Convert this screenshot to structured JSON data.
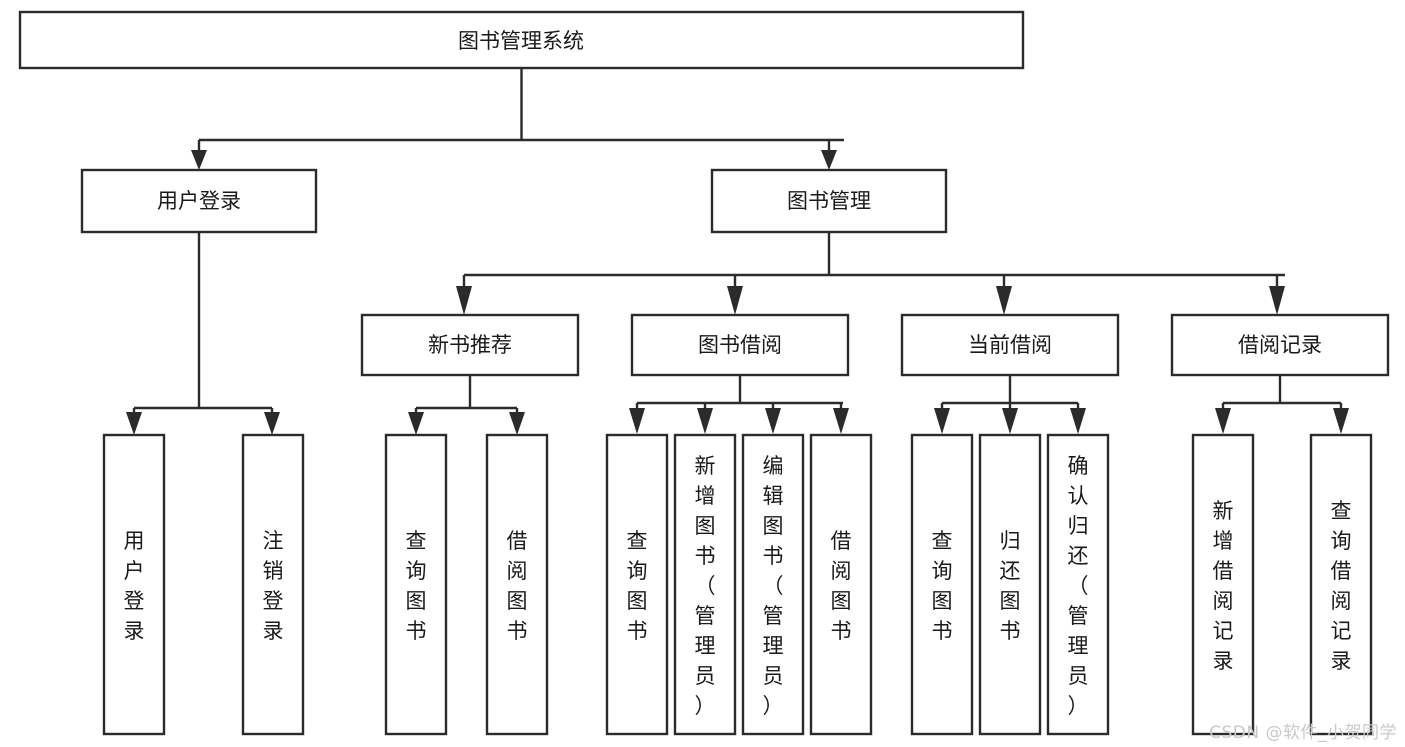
{
  "diagram": {
    "title": "图书管理系统",
    "type": "tree-hierarchy",
    "watermark": "CSDN @软件_小贺同学",
    "colors": {
      "box_stroke": "#2b2b2b",
      "box_fill": "#ffffff",
      "text": "#1a1a1a",
      "connector": "#2b2b2b",
      "background": "#ffffff",
      "watermark": "#c9c9c9"
    },
    "root": {
      "label": "图书管理系统"
    },
    "level2": [
      {
        "label": "用户登录"
      },
      {
        "label": "图书管理"
      }
    ],
    "level3": [
      {
        "label": "新书推荐"
      },
      {
        "label": "图书借阅"
      },
      {
        "label": "当前借阅"
      },
      {
        "label": "借阅记录"
      }
    ],
    "leaves": {
      "user_login": [
        {
          "label": "用户登录"
        },
        {
          "label": "注销登录"
        }
      ],
      "new_book_recommend": [
        {
          "label": "查询图书"
        },
        {
          "label": "借阅图书"
        }
      ],
      "book_borrow": [
        {
          "label": "查询图书"
        },
        {
          "label": "新增图书（管理员）"
        },
        {
          "label": "编辑图书（管理员）"
        },
        {
          "label": "借阅图书"
        }
      ],
      "current_borrow": [
        {
          "label": "查询图书"
        },
        {
          "label": "归还图书"
        },
        {
          "label": "确认归还（管理员）"
        }
      ],
      "borrow_record": [
        {
          "label": "新增借阅记录"
        },
        {
          "label": "查询借阅记录"
        }
      ]
    }
  }
}
